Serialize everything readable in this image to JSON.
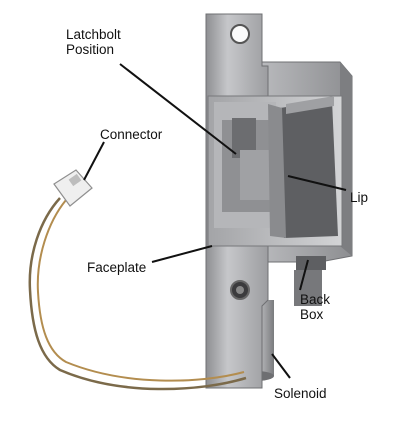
{
  "diagram": {
    "labels": {
      "latchbolt_line1": "Latchbolt",
      "latchbolt_line2": "Position",
      "connector": "Connector",
      "lip": "Lip",
      "faceplate": "Faceplate",
      "backbox_line1": "Back",
      "backbox_line2": "Box",
      "solenoid": "Solenoid"
    },
    "colors": {
      "metal_light": "#cfd0d2",
      "metal_mid": "#a9aaad",
      "metal_dark": "#6f7073",
      "leader": "#111111",
      "wire": "#8a6a3a"
    }
  }
}
